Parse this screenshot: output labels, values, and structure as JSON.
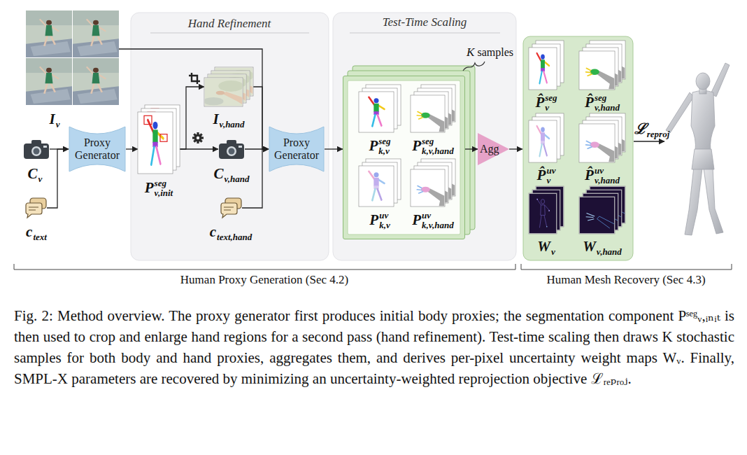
{
  "diagram": {
    "caption": "Fig. 2: Method overview. The proxy generator first produces initial body proxies; the segmentation component Pˢᵉᵍᵥ,ᵢₙᵢₜ is then used to crop and enlarge hand regions for a second pass (hand refinement). Test-time scaling then draws K stochastic samples for both body and hand proxies, aggregates them, and derives per-pixel uncertainty weight maps Wᵥ. Finally, SMPL-X parameters are recovered by minimizing an uncertainty-weighted reprojection objective ℒᵣₑₚᵣₒⱼ.",
    "nodes": [
      {
        "text": [
          "I",
          "v"
        ]
      },
      {
        "text": [
          "C",
          "v"
        ]
      },
      {
        "text": [
          "c",
          "text"
        ]
      },
      {
        "text": [
          "Proxy Generator"
        ]
      },
      {
        "text": [
          "Hand Refinement"
        ]
      },
      {
        "text": [
          "P",
          "seg",
          "v,init"
        ],
        "in": 4
      },
      {
        "text": [
          "I",
          "v,hand"
        ],
        "in": 4
      },
      {
        "text": [
          "C",
          "v,hand"
        ],
        "in": 4
      },
      {
        "text": [
          "c",
          "text,hand"
        ],
        "in": 4
      },
      {
        "text": [
          "Proxy Generator"
        ],
        "in": 4
      },
      {
        "text": [
          "Test-Time Scaling"
        ]
      },
      {
        "text": [
          "K",
          "samples"
        ],
        "in": 10
      },
      {
        "text": [
          "P",
          "seg",
          "k,v"
        ],
        "in": 11
      },
      {
        "text": [
          "P",
          "seg",
          "k,v,hand"
        ],
        "in": 11
      },
      {
        "text": [
          "P",
          "uv",
          "k,v"
        ],
        "in": 11
      },
      {
        "text": [
          "P",
          "uv",
          "k,v,hand"
        ],
        "in": 11
      },
      {
        "text": [
          "Agg"
        ]
      },
      {
        "text": [
          "P̂",
          "seg",
          "v"
        ]
      },
      {
        "text": [
          "P̂",
          "seg",
          "v,hand"
        ]
      },
      {
        "text": [
          "P̂",
          "uv",
          "v"
        ]
      },
      {
        "text": [
          "P̂",
          "uv",
          "v,hand"
        ]
      },
      {
        "text": [
          "W",
          "v"
        ]
      },
      {
        "text": [
          "W",
          "v,hand"
        ]
      }
    ],
    "edges": [
      {
        "from": 0,
        "to": 9,
        "arrow": "to"
      },
      {
        "from": 1,
        "to": 3,
        "arrow": "to"
      },
      {
        "from": 2,
        "to": 3,
        "arrow": "to"
      },
      {
        "from": 3,
        "to": 5,
        "arrow": "to"
      },
      {
        "from": 5,
        "to": 6,
        "arrow": "to"
      },
      {
        "from": 5,
        "to": 7,
        "arrow": "to"
      },
      {
        "from": 6,
        "to": 9,
        "arrow": "to"
      },
      {
        "from": 7,
        "to": 9,
        "arrow": "to"
      },
      {
        "from": 8,
        "to": 9,
        "arrow": "to"
      },
      {
        "from": 9,
        "to": 11,
        "arrow": "to"
      },
      {
        "from": 11,
        "to": 16,
        "arrow": "to"
      }
    ],
    "labels": [
      "ℒ",
      "reproj",
      "Human Proxy Generation (Sec 4.2)",
      "Human Mesh Recovery (Sec 4.3)"
    ]
  }
}
